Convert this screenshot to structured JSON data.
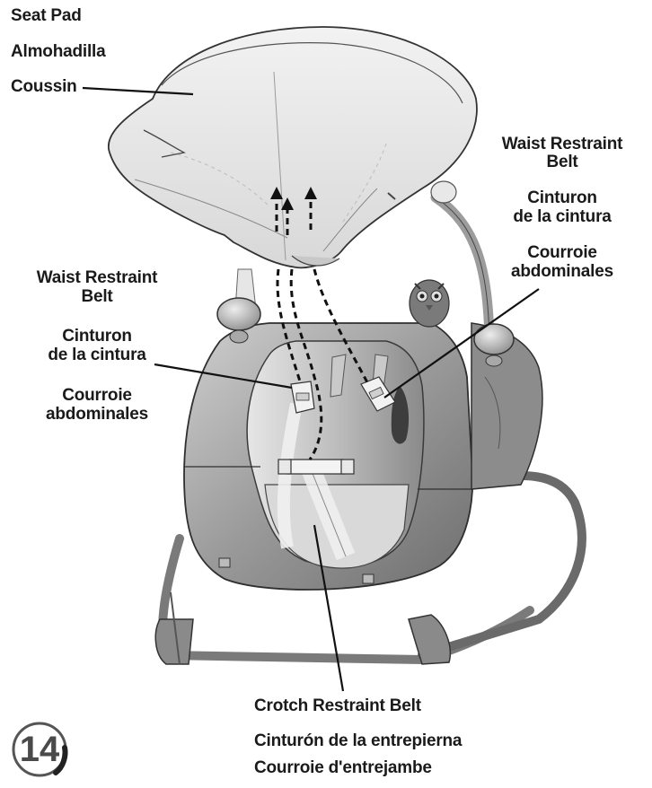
{
  "labels": {
    "seat_pad": {
      "en": "Seat Pad",
      "es": "Almohadilla",
      "fr": "Coussin"
    },
    "waist_belt_right": {
      "en_line1": "Waist Restraint",
      "en_line2": "Belt",
      "es_line1": "Cinturon",
      "es_line2": "de la cintura",
      "fr_line1": "Courroie",
      "fr_line2": "abdominales"
    },
    "waist_belt_left": {
      "en_line1": "Waist Restraint",
      "en_line2": "Belt",
      "es_line1": "Cinturon",
      "es_line2": "de la cintura",
      "fr_line1": "Courroie",
      "fr_line2": "abdominales"
    },
    "crotch_belt": {
      "en": "Crotch Restraint Belt",
      "es": "Cinturón de la entrepierna",
      "fr": "Courroie d'entrejambe"
    }
  },
  "step_number": "14"
}
